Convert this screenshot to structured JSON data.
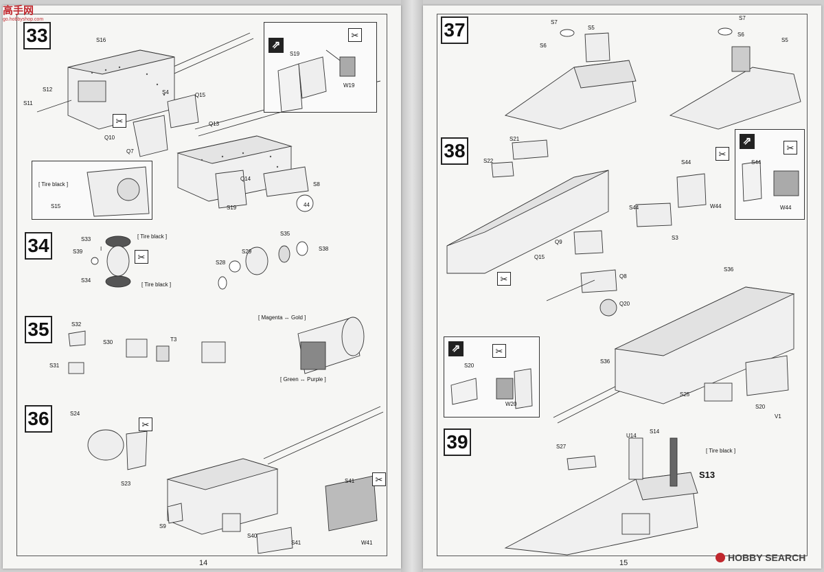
{
  "watermark_top": {
    "brand": "高手网",
    "url": "go.hobbyshop.com"
  },
  "watermark_bottom": {
    "brand": "HOBBY SEARCH"
  },
  "pages": {
    "left_number": "14",
    "right_number": "15"
  },
  "steps": {
    "s33": "33",
    "s34": "34",
    "s35": "35",
    "s36": "36",
    "s37": "37",
    "s38": "38",
    "s39": "39"
  },
  "notes": {
    "tire_black_1": "[ Tire black ]",
    "tire_black_2": "[ Tire black ]",
    "tire_black_3": "[ Tire black ]",
    "tire_black_4": "[ Tire black ]",
    "magenta_gold": "[ Magenta ↔ Gold ]",
    "green_purple": "[ Green ↔ Purple ]"
  },
  "labels": {
    "S16": "S16",
    "S12": "S12",
    "S11": "S11",
    "S4": "S4",
    "Q15": "Q15",
    "Q13": "Q13",
    "Q10": "Q10",
    "Q7": "Q7",
    "S19": "S19",
    "W19": "W19",
    "S15": "S15",
    "Q14": "Q14",
    "S8": "S8",
    "S19b": "S19",
    "n44": "44",
    "S33": "S33",
    "S39": "S39",
    "S34": "S34",
    "I": "I",
    "S35": "S35",
    "S29": "S29",
    "S28": "S28",
    "S38": "S38",
    "S32": "S32",
    "S30": "S30",
    "T3": "T3",
    "S31": "S31",
    "S24": "S24",
    "S23": "S23",
    "S41": "S41",
    "W41": "W41",
    "S9": "S9",
    "S40": "S40",
    "S41b": "S41",
    "S7": "S7",
    "S5": "S5",
    "S6": "S6",
    "S7b": "S7",
    "S6b": "S6",
    "S5b": "S5",
    "S21": "S21",
    "S22": "S22",
    "S44": "S44",
    "W44": "W44",
    "S44b": "S44",
    "W44b": "W44",
    "S44c": "S44",
    "S3": "S3",
    "Q9": "Q9",
    "Q15b": "Q15",
    "Q8": "Q8",
    "Q20": "Q20",
    "S36": "S36",
    "S36b": "S36",
    "S20": "S20",
    "W20": "W20",
    "S25": "S25",
    "S20b": "S20",
    "V1": "V1",
    "S27": "S27",
    "U14": "U14",
    "S14": "S14",
    "S13": "S13"
  },
  "icons": {
    "cut": "cutting-knife-icon",
    "flip": "flip-over-icon"
  }
}
